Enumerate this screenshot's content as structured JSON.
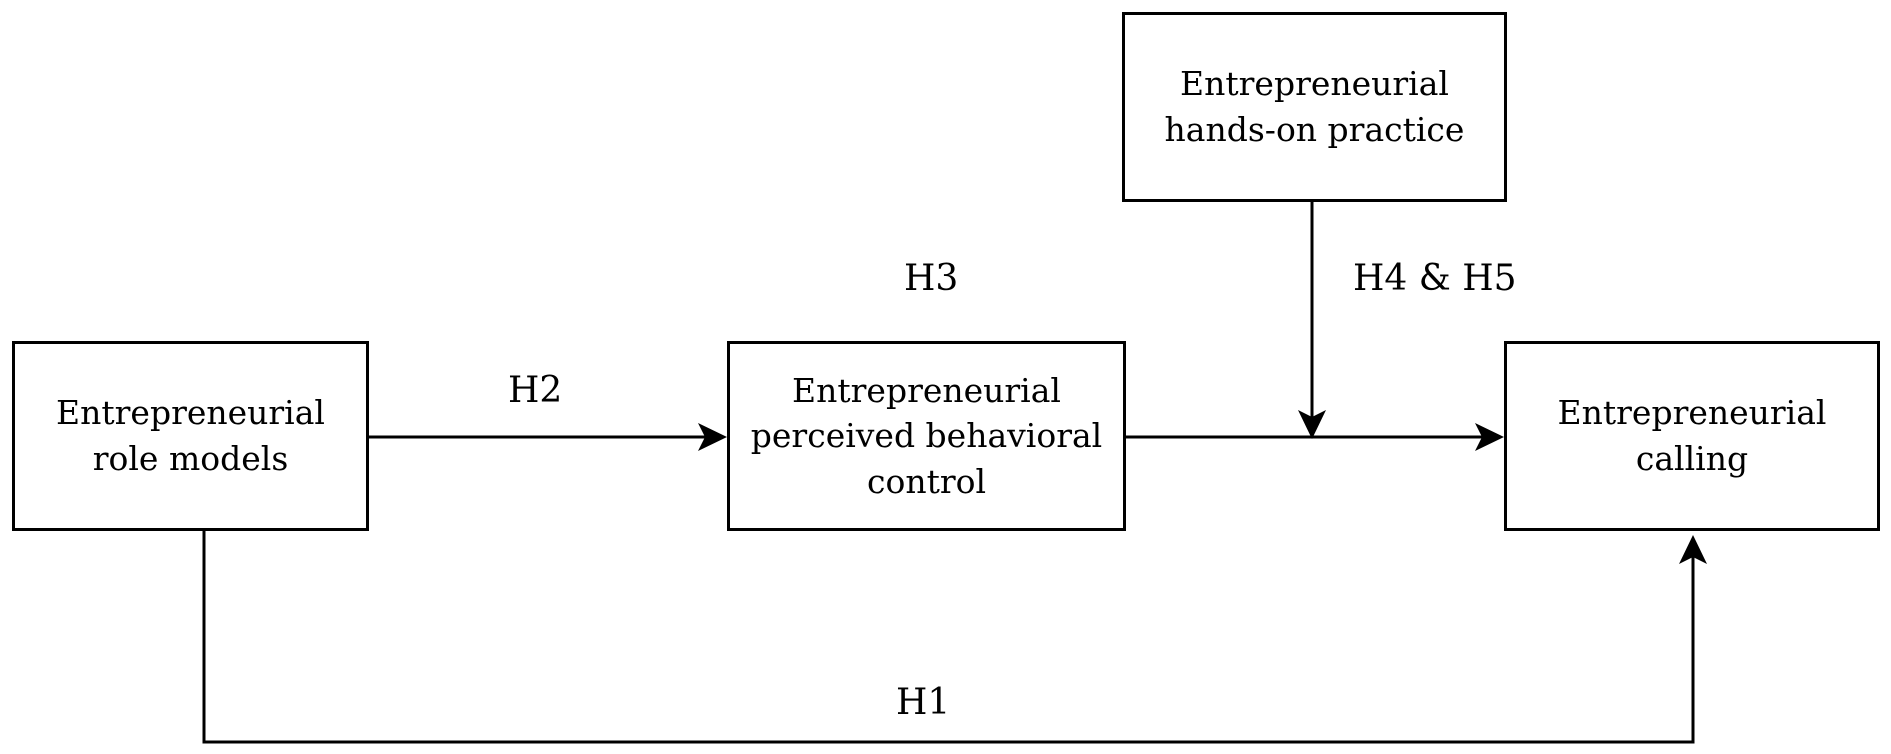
{
  "diagram": {
    "nodes": {
      "role_models": "Entrepreneurial role models",
      "perceived_control": "Entrepreneurial perceived behavioral control",
      "hands_on": "Entrepreneurial hands-on practice",
      "calling": "Entrepreneurial calling"
    },
    "edges": {
      "h1": "H1",
      "h2": "H2",
      "h3": "H3",
      "h4_h5": "H4 & H5"
    }
  }
}
